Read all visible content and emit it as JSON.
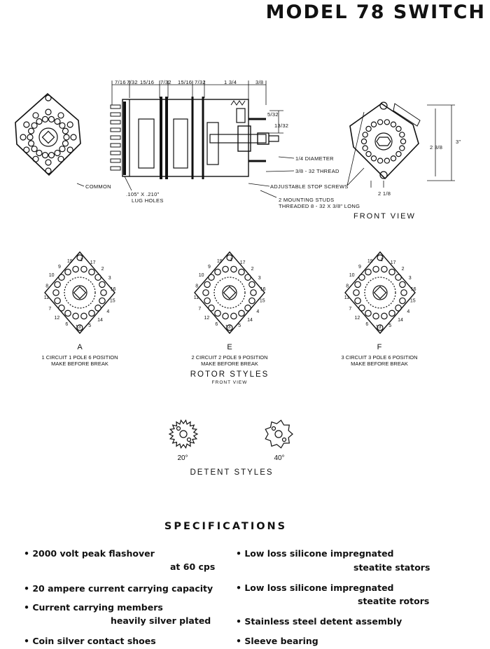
{
  "title": "MODEL 78 SWITCH",
  "side_view": {
    "dims": [
      "7/16",
      "7/32",
      "15/16",
      "7/32",
      "15/16",
      "7/32",
      "1 3/4",
      "3/8",
      "5/32",
      "13/32"
    ],
    "labels": {
      "common": "COMMON",
      "lug_holes_line1": ".105\" X .210\"",
      "lug_holes_line2": "LUG HOLES",
      "diameter": "1/4 DIAMETER",
      "thread": "3/8 - 32 THREAD",
      "stop_screws": "ADJUSTABLE STOP SCREWS",
      "studs_line1": "2 MOUNTING STUDS",
      "studs_line2": "THREADED 8 - 32 x 3/8\" LONG"
    }
  },
  "front_view": {
    "label": "FRONT VIEW",
    "dims": [
      "2 3/8",
      "3\"",
      "2 1/8"
    ]
  },
  "rotor_styles": {
    "heading": "ROTOR STYLES",
    "subheading": "FRONT VIEW",
    "items": [
      {
        "letter": "A",
        "line1": "1 CIRCUIT 1 POLE 6 POSITION",
        "line2": "MAKE BEFORE BREAK"
      },
      {
        "letter": "E",
        "line1": "2 CIRCUIT 2 POLE 9 POSITION",
        "line2": "MAKE BEFORE BREAK"
      },
      {
        "letter": "F",
        "line1": "3 CIRCUIT 3 POLE 6 POSITION",
        "line2": "MAKE BEFORE BREAK"
      }
    ],
    "numbers": [
      "19",
      "1",
      "17",
      "2",
      "3",
      "16",
      "15",
      "4",
      "14",
      "5",
      "13",
      "6",
      "12",
      "7",
      "11",
      "8",
      "10",
      "9"
    ]
  },
  "detent_styles": {
    "heading": "DETENT STYLES",
    "items": [
      "20°",
      "40°"
    ]
  },
  "specifications": {
    "heading": "SPECIFICATIONS",
    "left": [
      {
        "line1": "2000 volt peak flashover",
        "line2": "at 60 cps"
      },
      {
        "line1": "20 ampere current carrying capacity",
        "line2": ""
      },
      {
        "line1": "Current carrying members",
        "line2": "heavily silver plated"
      },
      {
        "line1": "Coin silver contact shoes",
        "line2": ""
      }
    ],
    "right": [
      {
        "line1": "Low loss silicone impregnated",
        "line2": "steatite stators"
      },
      {
        "line1": "Low loss silicone impregnated",
        "line2": "steatite rotors"
      },
      {
        "line1": "Stainless steel detent assembly",
        "line2": ""
      },
      {
        "line1": "Sleeve bearing",
        "line2": ""
      }
    ]
  }
}
